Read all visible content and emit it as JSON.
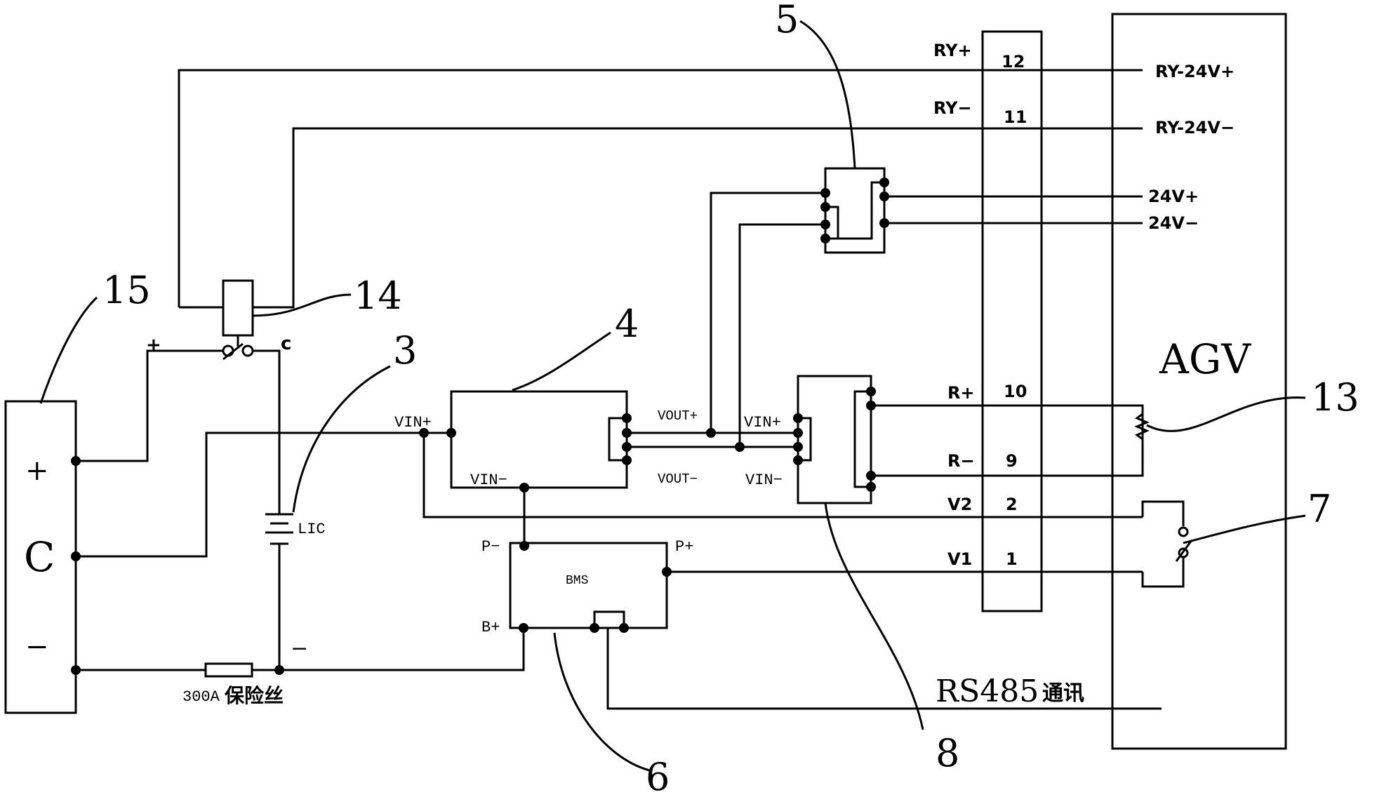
{
  "labels": {
    "agv": "AGV",
    "c": "C",
    "plus": "+",
    "minus": "−",
    "rs485": "RS485",
    "rs485_cn": "通讯",
    "fuse_rating": "300A",
    "fuse_cn": "保险丝",
    "lic": "LIC",
    "bms": "BMS",
    "vin_plus": "VIN+",
    "vin_minus": "VIN−",
    "vout_plus": "VOUT+",
    "vout_minus": "VOUT−",
    "vin_plus_8": "VIN+",
    "vin_minus_8": "VIN−",
    "p_minus": "P−",
    "p_plus": "P+",
    "b_plus": "B+",
    "relay_plus": "+",
    "relay_c": "c",
    "lic_minus": "−"
  },
  "terminals": {
    "ry_plus": "RY+",
    "ry_minus": "RY−",
    "r_plus": "R+",
    "r_minus": "R−",
    "v2": "V2",
    "v1": "V1",
    "t12": "12",
    "t11": "11",
    "t10": "10",
    "t9": "9",
    "t2": "2",
    "t1": "1"
  },
  "agv_signals": {
    "ry_24v_plus": "RY-24V+",
    "ry_24v_minus": "RY-24V−",
    "v24_plus": "24V+",
    "v24_minus": "24V−"
  },
  "callouts": {
    "n15": "15",
    "n14": "14",
    "n3": "3",
    "n4": "4",
    "n5": "5",
    "n6": "6",
    "n7": "7",
    "n8": "8",
    "n13": "13"
  }
}
